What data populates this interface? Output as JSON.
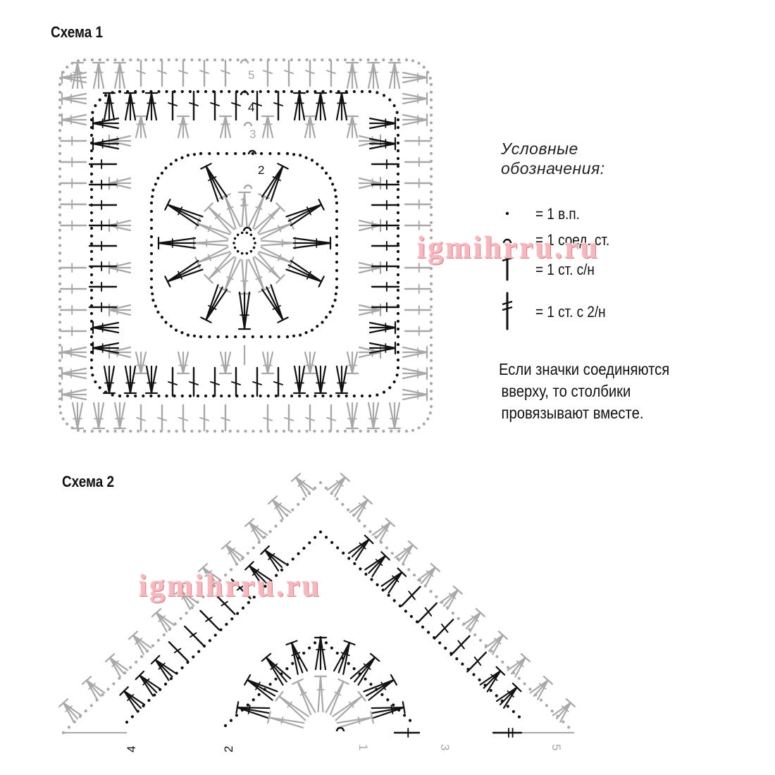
{
  "schemes": {
    "scheme1_title": "Схема 1",
    "scheme2_title": "Схема 2"
  },
  "legend": {
    "heading_line1": "Условные",
    "heading_line2": "обозначения:",
    "items": [
      {
        "symbol": "chain-stitch-dot",
        "label": "= 1 в.п."
      },
      {
        "symbol": "slip-stitch-arc",
        "label": "= 1 соед. ст."
      },
      {
        "symbol": "double-crochet",
        "label": "= 1 ст. с/н"
      },
      {
        "symbol": "treble-crochet",
        "label": "= 1 ст. с 2/н"
      }
    ]
  },
  "note": {
    "line1": "Если значки соединяются",
    "line2": "вверху, то столбики",
    "line3": "провязывают  вместе."
  },
  "watermark": "igmihrru.ru",
  "square_round_labels": [
    "5",
    "4",
    "3",
    "2",
    "1"
  ],
  "triangle_round_labels": [
    "4",
    "2",
    "1",
    "3",
    "5"
  ],
  "colors": {
    "ink": "#111111",
    "grey_round": "#a8a8a8",
    "watermark": "#f5b8bf"
  }
}
